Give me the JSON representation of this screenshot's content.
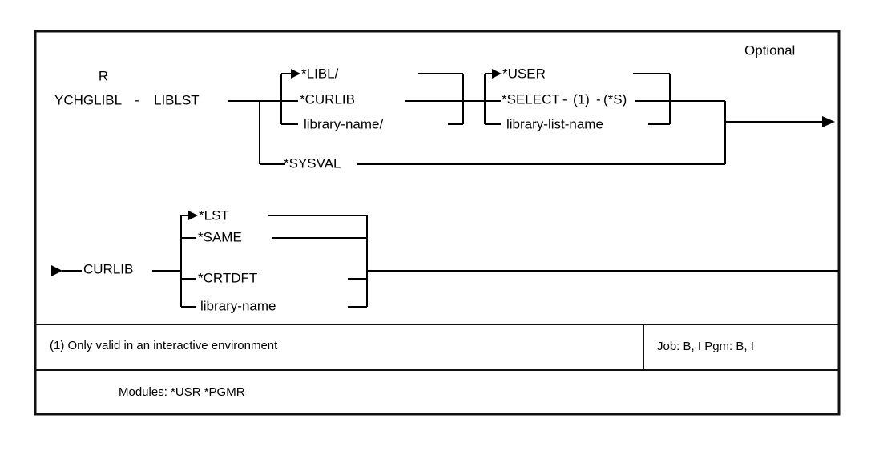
{
  "diagram": {
    "type": "railroad-syntax-diagram",
    "title_text": "Optional",
    "command": {
      "prefix": "R",
      "name": "YCHGLIBL",
      "separator": "-"
    },
    "parameters": [
      {
        "keyword": "LIBLST",
        "groups": [
          {
            "name": "library-qualifier",
            "choices": [
              {
                "value": "*LIBL/",
                "default": true
              },
              {
                "value": "*CURLIB",
                "default": false
              },
              {
                "value": "library-name/",
                "default": false
              }
            ]
          },
          {
            "name": "library-list",
            "choices": [
              {
                "value": "*USER",
                "default": true
              },
              {
                "value": "*SELECT",
                "default": false,
                "note_ref": "(1)",
                "note_code": "(*S)"
              },
              {
                "value": "library-list-name",
                "default": false
              }
            ]
          }
        ],
        "bypass": {
          "value": "*SYSVAL"
        }
      },
      {
        "keyword": "CURLIB",
        "groups": [
          {
            "name": "curlib-value",
            "choices": [
              {
                "value": "*LST",
                "default": true
              },
              {
                "value": "*SAME",
                "default": false
              },
              {
                "value": "*CRTDFT",
                "default": false
              },
              {
                "value": "library-name",
                "default": false
              }
            ]
          }
        ]
      }
    ],
    "footnote": "(1) Only valid in an interactive environment",
    "environment_box": "Job: B, I   Pgm: B, I",
    "modules_line": "Modules:  *USR  *PGMR",
    "colors": {
      "line": "#000000",
      "text": "#000000",
      "background": "#ffffff",
      "frame": "#111111"
    }
  }
}
